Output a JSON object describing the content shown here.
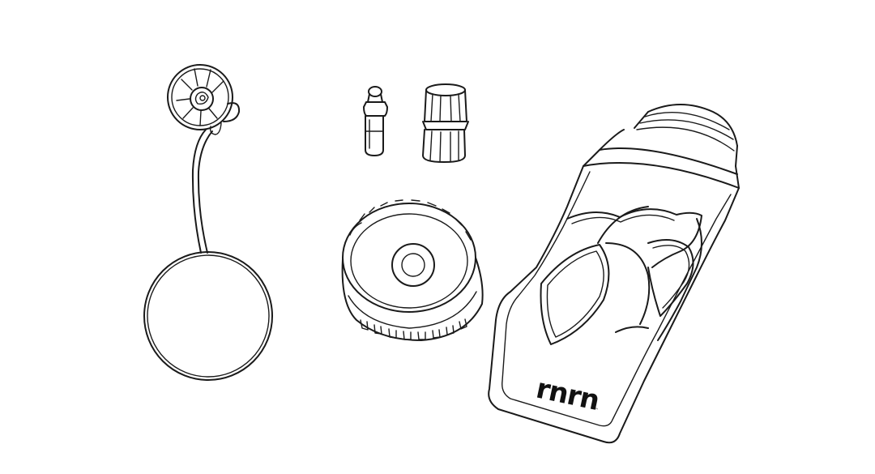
{
  "illustration": {
    "parts": [
      {
        "id": "cap-with-tether",
        "icon": "cap-tether-icon"
      },
      {
        "id": "valve-pin",
        "icon": "valve-pin-icon"
      },
      {
        "id": "valve-sleeve",
        "icon": "valve-sleeve-icon"
      },
      {
        "id": "screw-lid",
        "icon": "screw-lid-icon"
      },
      {
        "id": "bottle",
        "icon": "bottle-icon"
      }
    ],
    "logo": {
      "text": "rnrn",
      "mark": "™"
    },
    "colors": {
      "line": "#1a1a1a",
      "background": "#ffffff"
    }
  }
}
